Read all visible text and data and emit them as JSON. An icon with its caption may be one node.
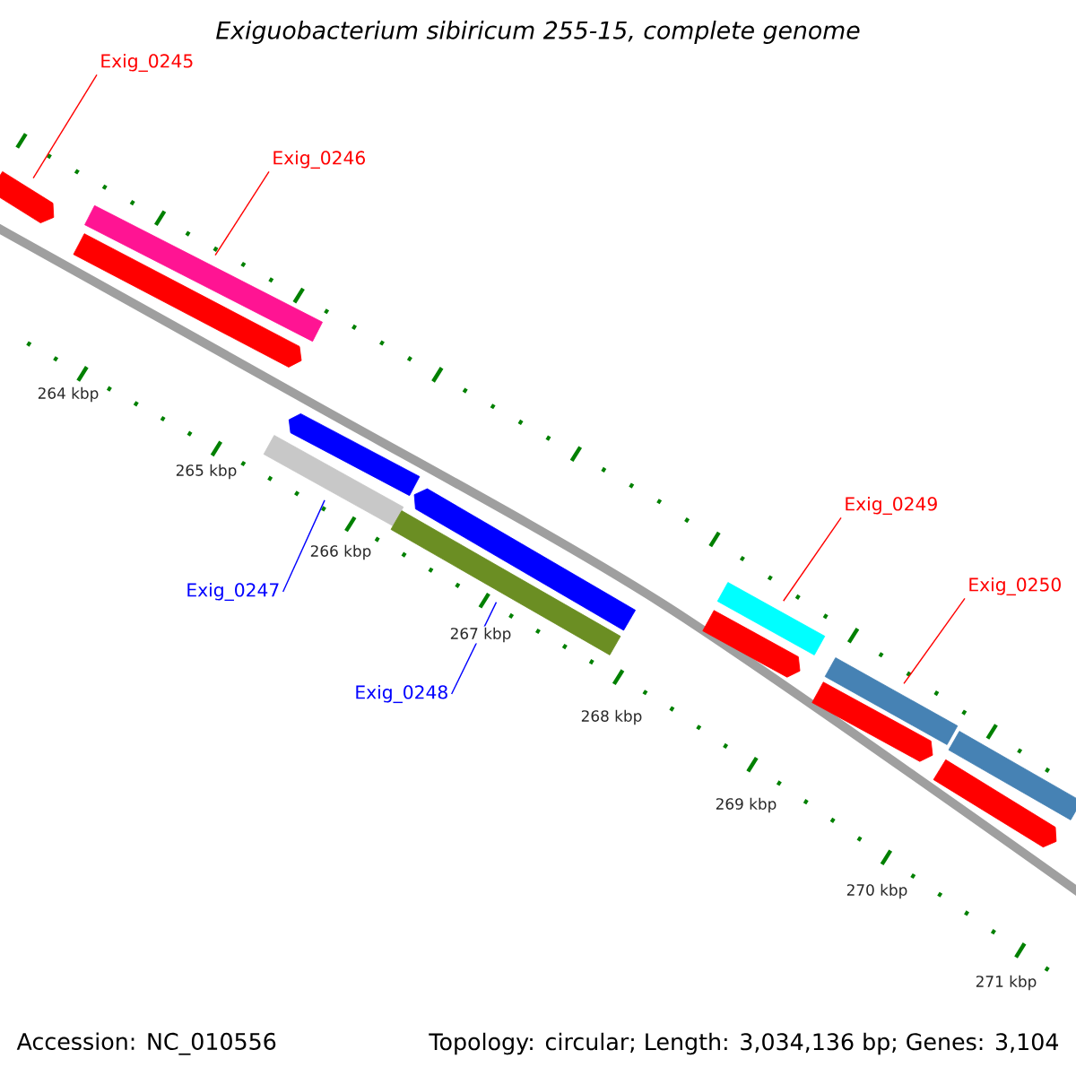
{
  "diagram": {
    "title": "Exiguobacterium sibiricum 255-15, complete genome",
    "nodes": [
      {
        "text": [
          "Exig_0245"
        ]
      },
      {
        "text": [],
        "shape": "arrow"
      },
      {
        "text": [
          "Exig_0246"
        ]
      },
      {
        "text": [],
        "shape": "bar"
      },
      {
        "text": [],
        "shape": "arrow"
      },
      {
        "text": [],
        "shape": "arrow"
      },
      {
        "text": [],
        "shape": "bar"
      },
      {
        "text": [
          "Exig_0247"
        ]
      },
      {
        "text": [],
        "shape": "arrow"
      },
      {
        "text": [],
        "shape": "bar"
      },
      {
        "text": [
          "Exig_0248"
        ]
      },
      {
        "text": [
          "Exig_0249"
        ]
      },
      {
        "text": [],
        "shape": "bar"
      },
      {
        "text": [],
        "shape": "arrow"
      },
      {
        "text": [
          "Exig_0250"
        ]
      },
      {
        "text": [],
        "shape": "bar"
      },
      {
        "text": [],
        "shape": "arrow"
      },
      {
        "text": [],
        "shape": "bar"
      },
      {
        "text": [],
        "shape": "arrow"
      }
    ],
    "edges": [
      {
        "from": 0,
        "to": 1,
        "arrow": "none"
      },
      {
        "from": 2,
        "to": 3,
        "arrow": "none"
      },
      {
        "from": 7,
        "to": 6,
        "arrow": "none",
        "color": "#0000ff"
      },
      {
        "from": 10,
        "to": 9,
        "arrow": "none",
        "color": "#0000ff"
      },
      {
        "from": 11,
        "to": 12,
        "arrow": "none"
      },
      {
        "from": 14,
        "to": 15,
        "arrow": "none"
      }
    ],
    "labels": [
      "264 kbp",
      "265 kbp",
      "266 kbp",
      "267 kbp",
      "268 kbp",
      "269 kbp",
      "270 kbp",
      "271 kbp",
      "Accession: NC_010556",
      "Topology: circular; Length: 3,034,136 bp; Genes: 3,104"
    ]
  }
}
